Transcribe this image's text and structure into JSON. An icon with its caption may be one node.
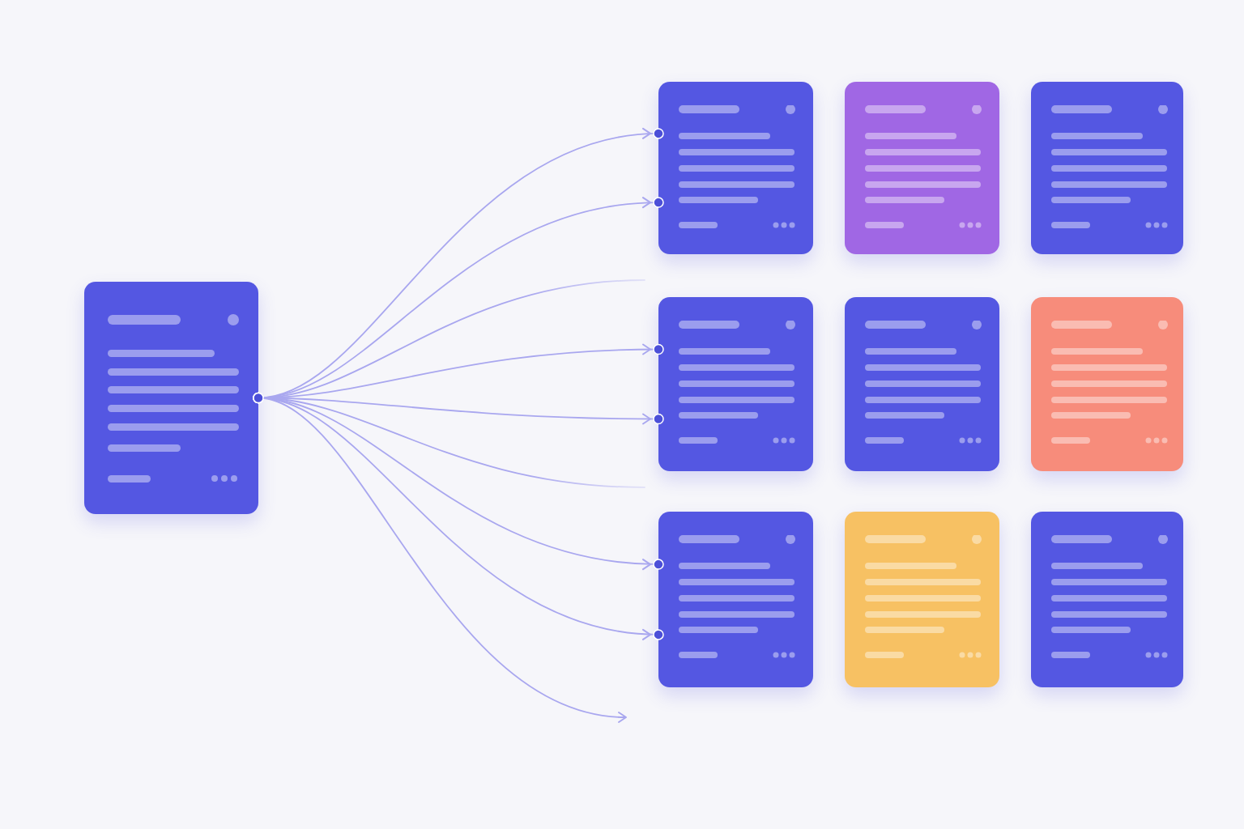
{
  "diagram": {
    "nodes": [
      {
        "text": [],
        "shape": "box"
      },
      {
        "text": [],
        "shape": "box"
      },
      {
        "text": [],
        "shape": "box"
      },
      {
        "text": [],
        "shape": "box"
      },
      {
        "text": [],
        "shape": "box"
      },
      {
        "text": [],
        "shape": "box"
      },
      {
        "text": [],
        "shape": "box"
      },
      {
        "text": [],
        "shape": "box"
      },
      {
        "text": [],
        "shape": "box"
      },
      {
        "text": [],
        "shape": "box"
      }
    ],
    "edges": [
      {
        "from": 0,
        "to": 1,
        "arrow": "to"
      },
      {
        "from": 0,
        "to": 1,
        "arrow": "to"
      },
      {
        "from": 0,
        "to": null,
        "arrow": "none"
      },
      {
        "from": 0,
        "to": 4,
        "arrow": "to"
      },
      {
        "from": 0,
        "to": 4,
        "arrow": "to"
      },
      {
        "from": 0,
        "to": null,
        "arrow": "none"
      },
      {
        "from": 0,
        "to": 7,
        "arrow": "to"
      },
      {
        "from": 0,
        "to": 7,
        "arrow": "to"
      },
      {
        "from": 0,
        "to": null,
        "arrow": "to"
      }
    ]
  }
}
